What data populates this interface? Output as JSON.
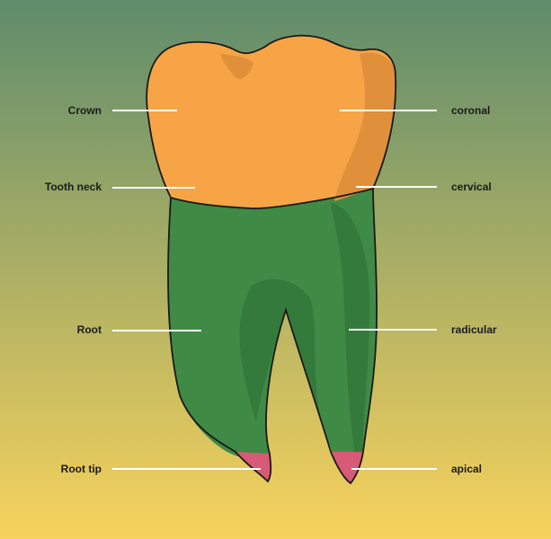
{
  "colors": {
    "background_top": "#5e8c6c",
    "background_bottom": "#f8d25c",
    "crown": "#f6a446",
    "crown_shadow": "#e08f3a",
    "root": "#3f8a45",
    "root_shadow": "#347a3b",
    "root_tip": "#d75a76",
    "outline": "#1a1a1a",
    "label_line": "#ffffff"
  },
  "labels_left": {
    "crown": "Crown",
    "neck": "Tooth neck",
    "root": "Root",
    "tip": "Root tip"
  },
  "labels_right": {
    "crown": "coronal",
    "neck": "cervical",
    "root": "radicular",
    "tip": "apical"
  }
}
